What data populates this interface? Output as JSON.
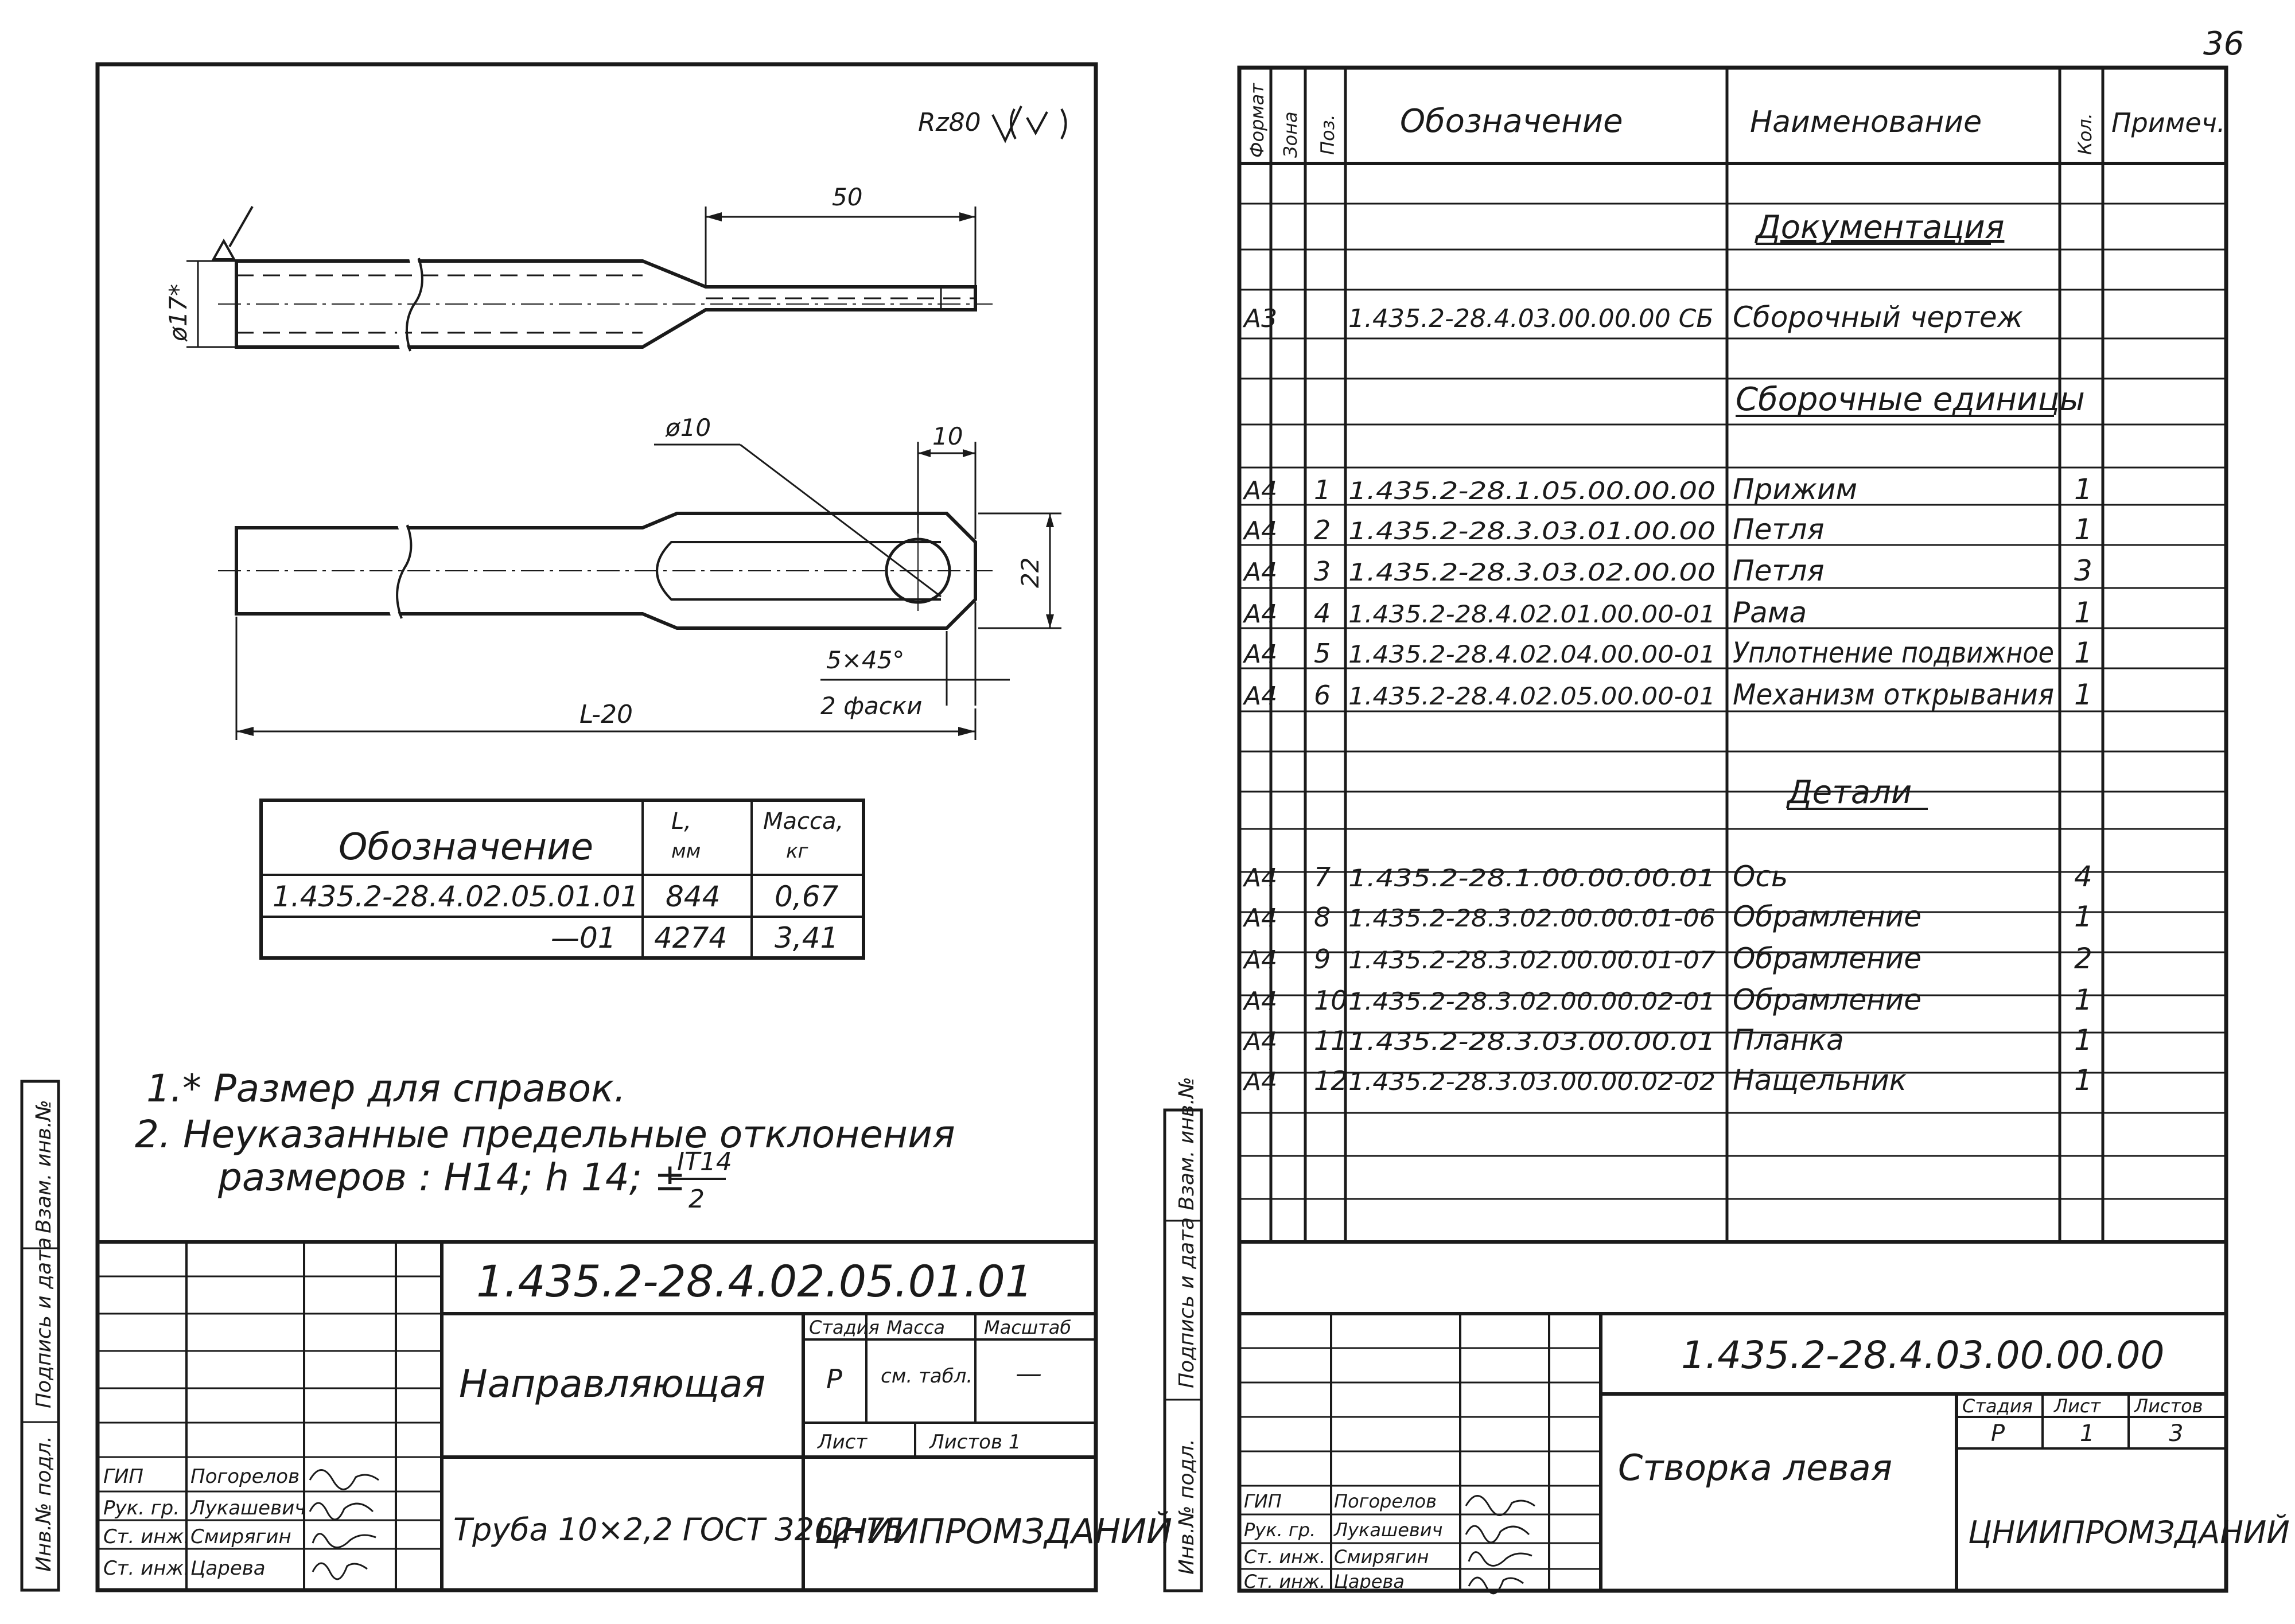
{
  "page_number": "36",
  "left_sheet": {
    "roughness": "Rz80",
    "dims": {
      "len50": "50",
      "dia17": "ø17*",
      "hole": "ø10",
      "d10": "10",
      "width22": "22",
      "chamfer": "5×45°",
      "chamfer_count": "2 фаски",
      "length": "L-20"
    },
    "variants_table": {
      "headers": [
        "Обозначение",
        "L,\nмм",
        "Масса,\nкг"
      ],
      "rows": [
        [
          "1.435.2-28.4.02.05.01.01",
          "844",
          "0,67"
        ],
        [
          "—01",
          "4274",
          "3,41"
        ]
      ]
    },
    "notes": {
      "n1": "1.* Размер для справок.",
      "n2a": "2.  Неуказанные предельные отклонения",
      "n2b": "размеров :  H14;  h 14;  ±",
      "frac_top": "IT14",
      "frac_bot": "2"
    },
    "side_labels": [
      "Инв.№ подл.",
      "Подпись и дата",
      "Взам. инв.№"
    ],
    "title_block": {
      "designation": "1.435.2-28.4.02.05.01.01",
      "name": "Направляющая",
      "material": "Труба 10×2,2 ГОСТ 3262-75",
      "org": "ЦНИИПРОМЗДАНИЙ",
      "h_stage": "Стадия",
      "h_mass": "Масса",
      "h_scale": "Масштаб",
      "stage": "Р",
      "mass": "см. табл.",
      "scale": "—",
      "sheet": "Лист",
      "sheets": "Листов 1",
      "roles": [
        "ГИП",
        "Рук. гр.",
        "Ст. инж.",
        "Ст. инж."
      ],
      "people": [
        "Погорелов",
        "Лукашевич",
        "Смирягин",
        "Царева"
      ]
    }
  },
  "right_sheet": {
    "headers": [
      "Формат",
      "Зона",
      "Поз.",
      "Обозначение",
      "Наименование",
      "Кол.",
      "Примеч."
    ],
    "sections": {
      "doc": "Документация",
      "asm": "Сборочные единицы",
      "det": "Детали"
    },
    "rows": [
      {
        "fmt": "А3",
        "pos": "",
        "code": "1.435.2-28.4.03.00.00.00 СБ",
        "name": "Сборочный чертеж",
        "qty": ""
      },
      {
        "fmt": "А4",
        "pos": "1",
        "code": "1.435.2-28.1.05.00.00.00",
        "name": "Прижим",
        "qty": "1"
      },
      {
        "fmt": "А4",
        "pos": "2",
        "code": "1.435.2-28.3.03.01.00.00",
        "name": "Петля",
        "qty": "1"
      },
      {
        "fmt": "А4",
        "pos": "3",
        "code": "1.435.2-28.3.03.02.00.00",
        "name": "Петля",
        "qty": "3"
      },
      {
        "fmt": "А4",
        "pos": "4",
        "code": "1.435.2-28.4.02.01.00.00-01",
        "name": "Рама",
        "qty": "1"
      },
      {
        "fmt": "А4",
        "pos": "5",
        "code": "1.435.2-28.4.02.04.00.00-01",
        "name": "Уплотнение подвижное",
        "qty": "1"
      },
      {
        "fmt": "А4",
        "pos": "6",
        "code": "1.435.2-28.4.02.05.00.00-01",
        "name": "Механизм открывания",
        "qty": "1"
      },
      {
        "fmt": "А4",
        "pos": "7",
        "code": "1.435.2-28.1.00.00.00.01",
        "name": "Ось",
        "qty": "4"
      },
      {
        "fmt": "А4",
        "pos": "8",
        "code": "1.435.2-28.3.02.00.00.01-06",
        "name": "Обрамление",
        "qty": "1"
      },
      {
        "fmt": "А4",
        "pos": "9",
        "code": "1.435.2-28.3.02.00.00.01-07",
        "name": "Обрамление",
        "qty": "2"
      },
      {
        "fmt": "А4",
        "pos": "10",
        "code": "1.435.2-28.3.02.00.00.02-01",
        "name": "Обрамление",
        "qty": "1"
      },
      {
        "fmt": "А4",
        "pos": "11",
        "code": "1.435.2-28.3.03.00.00.01",
        "name": "Планка",
        "qty": "1"
      },
      {
        "fmt": "А4",
        "pos": "12",
        "code": "1.435.2-28.3.03.00.00.02-02",
        "name": "Нащельник",
        "qty": "1"
      }
    ],
    "side_labels": [
      "Инв.№ подл.",
      "Подпись и дата",
      "Взам. инв.№"
    ],
    "title_block": {
      "designation": "1.435.2-28.4.03.00.00.00",
      "name": "Створка левая",
      "org": "ЦНИИПРОМЗДАНИЙ",
      "h_stage": "Стадия",
      "h_sheet": "Лист",
      "h_sheets": "Листов",
      "stage": "Р",
      "sheet": "1",
      "sheets": "3",
      "roles": [
        "ГИП",
        "Рук. гр.",
        "Ст. инж.",
        "Ст. инж."
      ],
      "people": [
        "Погорелов",
        "Лукашевич",
        "Смирягин",
        "Царева"
      ]
    }
  }
}
